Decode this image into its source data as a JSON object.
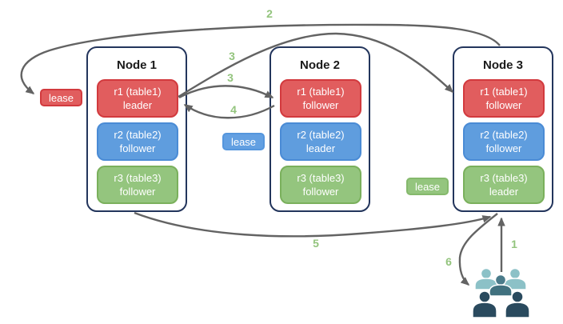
{
  "diagram_title": "",
  "nodes": [
    {
      "title": "Node 1",
      "replicas": [
        {
          "line1": "r1 (table1)",
          "line2": "leader",
          "color": "red"
        },
        {
          "line1": "r2 (table2)",
          "line2": "follower",
          "color": "blue"
        },
        {
          "line1": "r3 (table3)",
          "line2": "follower",
          "color": "green"
        }
      ]
    },
    {
      "title": "Node 2",
      "replicas": [
        {
          "line1": "r1 (table1)",
          "line2": "follower",
          "color": "red"
        },
        {
          "line1": "r2 (table2)",
          "line2": "leader",
          "color": "blue"
        },
        {
          "line1": "r3 (table3)",
          "line2": "follower",
          "color": "green"
        }
      ]
    },
    {
      "title": "Node 3",
      "replicas": [
        {
          "line1": "r1 (table1)",
          "line2": "follower",
          "color": "red"
        },
        {
          "line1": "r2 (table2)",
          "line2": "follower",
          "color": "blue"
        },
        {
          "line1": "r3 (table3)",
          "line2": "leader",
          "color": "green"
        }
      ]
    }
  ],
  "leases": [
    {
      "label": "lease",
      "color": "red",
      "position": "left of Node 1, next to r1 leader"
    },
    {
      "label": "lease",
      "color": "blue",
      "position": "between Node 1 and Node 2, next to r2 leader"
    },
    {
      "label": "lease",
      "color": "green",
      "position": "between Node 2 and Node 3, next to r3 leader"
    }
  ],
  "steps": {
    "s1": "1",
    "s2": "2",
    "s3a": "3",
    "s3b": "3",
    "s4": "4",
    "s5": "5",
    "s6": "6"
  },
  "flows": [
    {
      "step": "1",
      "from": "users",
      "to": "node3 (r3 leader)"
    },
    {
      "step": "2",
      "from": "node3 top",
      "to": "red lease (node1 r1 leader)"
    },
    {
      "step": "3",
      "from": "node1 r1 leader",
      "to": "node3 r1 follower"
    },
    {
      "step": "3",
      "from": "node1 r1 leader",
      "to": "node2 r1 follower"
    },
    {
      "step": "4",
      "from": "node2 r1 follower",
      "to": "node1 r1 leader"
    },
    {
      "step": "5",
      "from": "node1 bottom",
      "to": "node3 bottom"
    },
    {
      "step": "6",
      "from": "node3 bottom",
      "to": "users"
    }
  ],
  "icons": {
    "users": "users-group-icon"
  },
  "colors": {
    "replica_red": "#e15d5e",
    "replica_blue": "#5f9dde",
    "replica_green": "#94c57e",
    "node_border": "#23355c",
    "arrow_gray": "#636363",
    "step_label_green": "#93c47d",
    "users_light_teal": "#8cc1c7",
    "users_mid_teal": "#4a7b8a",
    "users_dark_navy": "#2a4a5e"
  }
}
